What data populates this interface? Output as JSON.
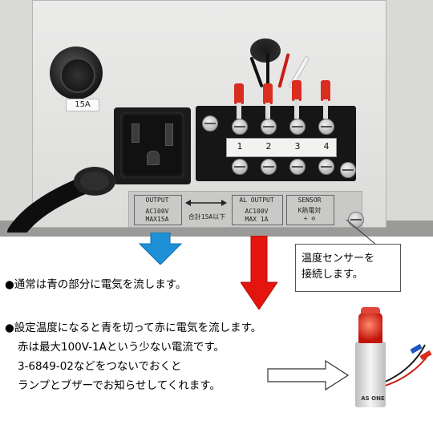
{
  "panel": {
    "fuse_label": "15A",
    "terminals": [
      "1",
      "2",
      "3",
      "4"
    ],
    "label_plate": {
      "output_title": "OUTPUT",
      "output_spec_1": "AC100V",
      "output_spec_2": "MAX15A",
      "arrow_text": "合計15A以下",
      "al_output_title": "AL OUTPUT",
      "al_output_spec_1": "AC100V",
      "al_output_spec_2": "MAX  1A",
      "sensor_title": "SENSOR",
      "sensor_type": "K熱電対",
      "sensor_polarity": "+ ⊖"
    }
  },
  "callout": {
    "line1": "温度センサーを",
    "line2": "接続します。"
  },
  "notes": {
    "bullet1": "●通常は青の部分に電気を流します。",
    "bullet2": "●設定温度になると青を切って赤に電気を流します。",
    "line3": "赤は最大100V-1Aという少ない電流です。",
    "line4": "3-6849-02などをつないでおくと",
    "line5": "ランプとブザーでお知らせしてくれます。"
  },
  "lamp": {
    "brand": "AS ONE"
  },
  "colors": {
    "blue_arrow": "#1e90d6",
    "red_arrow": "#e3150e",
    "terminal_lug": "#d92d20"
  }
}
